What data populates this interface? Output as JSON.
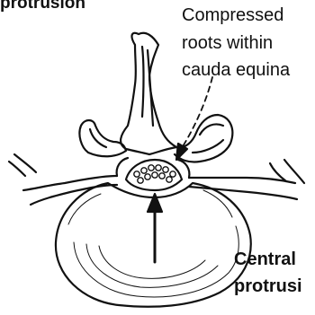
{
  "labels": {
    "top_cut_text": "protrusion",
    "callout_lines": [
      "Compressed",
      "roots within",
      "cauda equina"
    ],
    "bottom_lines": [
      "Central",
      "protrusi"
    ]
  },
  "colors": {
    "ink": "#111111",
    "background": "#ffffff"
  }
}
